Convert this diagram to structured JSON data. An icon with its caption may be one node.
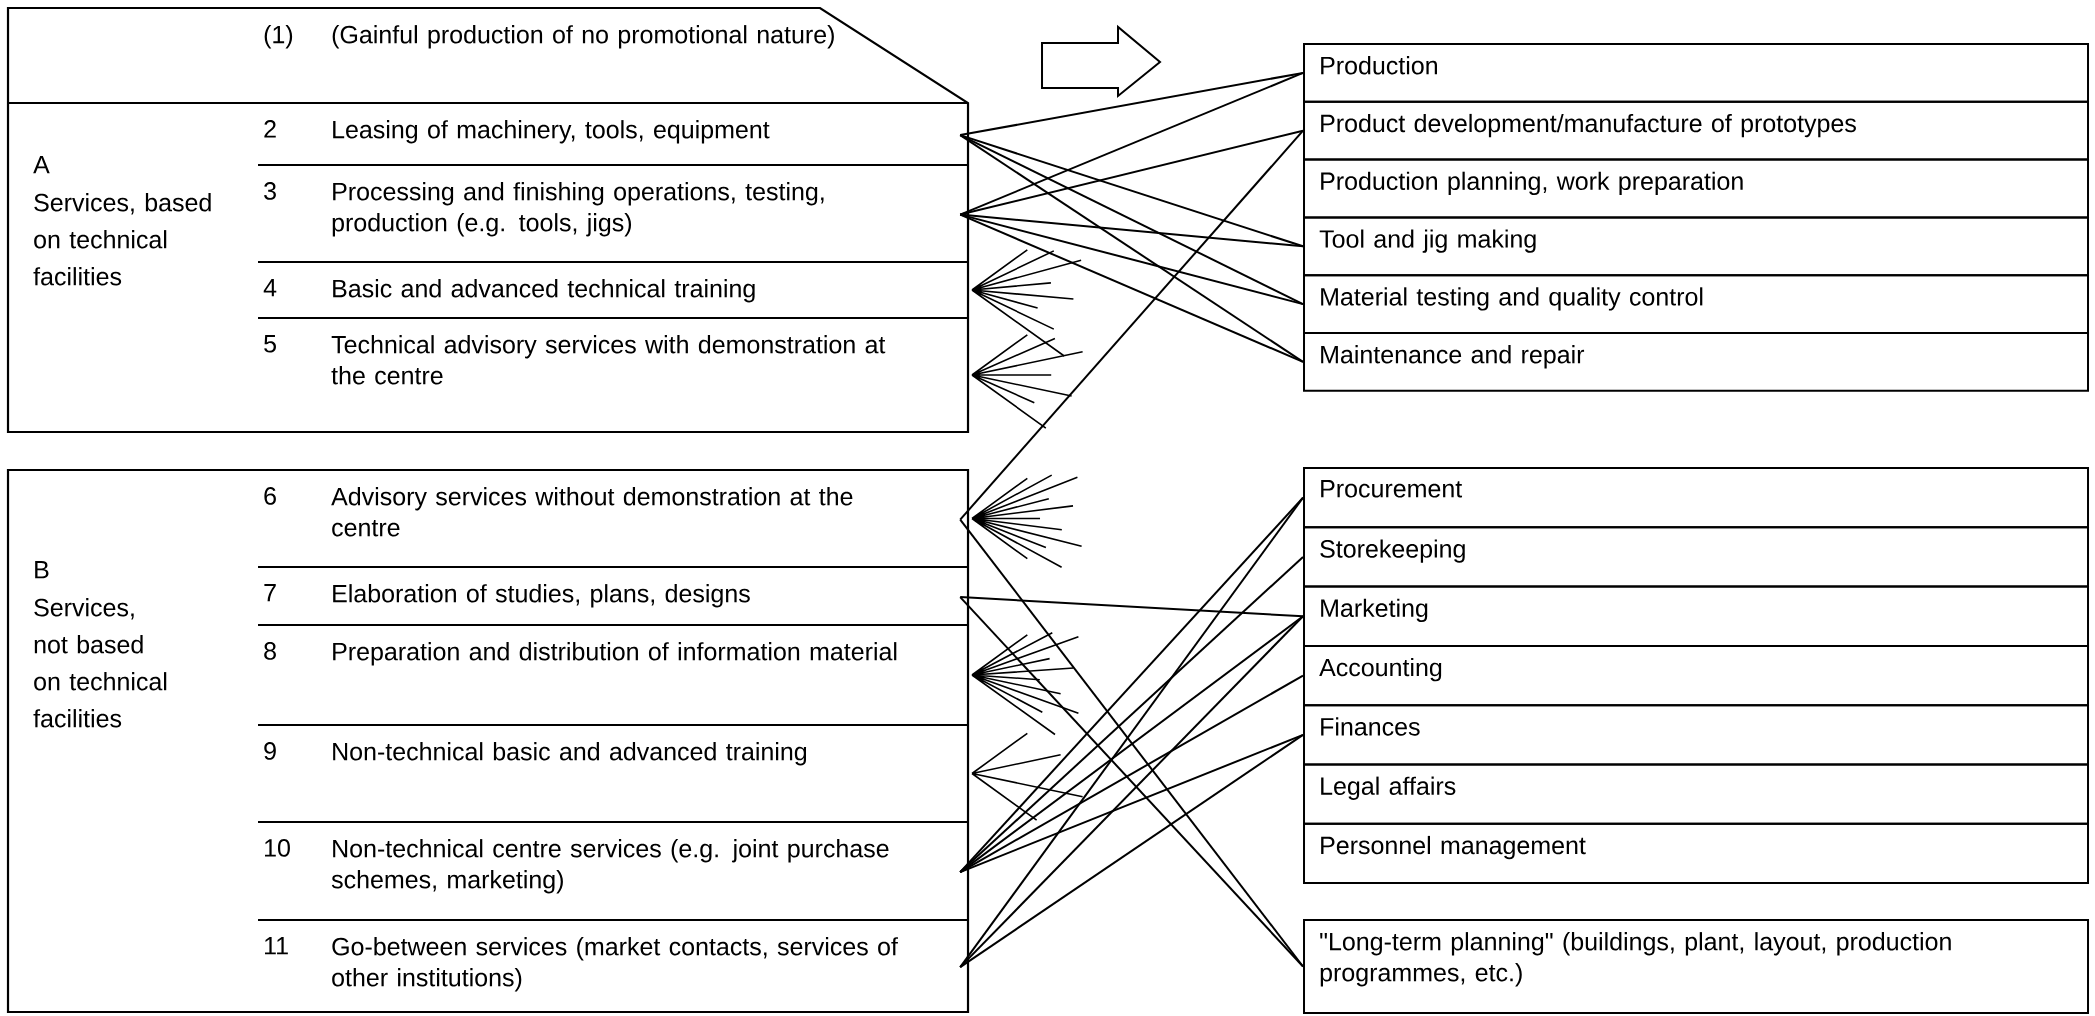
{
  "diagram": {
    "nodes": [
      {
        "text": [
          "A",
          "Services, based on technical facilities"
        ]
      },
      {
        "text": [
          "(1)",
          "(Gainful production of no promotional nature)"
        ],
        "in": 0
      },
      {
        "text": [
          "2",
          "Leasing of machinery, tools, equipment"
        ],
        "in": 0
      },
      {
        "text": [
          "3",
          "Processing and finishing operations, testing, production (e.g. tools, jigs)"
        ],
        "in": 0
      },
      {
        "text": [
          "4",
          "Basic and advanced technical training"
        ],
        "in": 0
      },
      {
        "text": [
          "5",
          "Technical advisory services with demonstration at the centre"
        ],
        "in": 0
      },
      {
        "text": [
          "B",
          "Services, not based on technical facilities"
        ]
      },
      {
        "text": [
          "6",
          "Advisory services without demonstration at the centre"
        ],
        "in": 6
      },
      {
        "text": [
          "7",
          "Elaboration of studies, plans, designs"
        ],
        "in": 6
      },
      {
        "text": [
          "8",
          "Preparation and distribution of information material"
        ],
        "in": 6
      },
      {
        "text": [
          "9",
          "Non-technical basic and advanced training"
        ],
        "in": 6
      },
      {
        "text": [
          "10",
          "Non-technical centre services (e.g. joint purchase schemes, marketing)"
        ],
        "in": 6
      },
      {
        "text": [
          "11",
          "Go-between services (market contacts, services of other institutions)"
        ],
        "in": 6
      },
      {
        "text": [
          "Production"
        ]
      },
      {
        "text": [
          "Product development/manufacture of prototypes"
        ]
      },
      {
        "text": [
          "Production planning, work preparation"
        ]
      },
      {
        "text": [
          "Tool and jig making"
        ]
      },
      {
        "text": [
          "Material testing and quality control"
        ]
      },
      {
        "text": [
          "Maintenance and repair"
        ]
      },
      {
        "text": [
          "Procurement"
        ]
      },
      {
        "text": [
          "Storekeeping"
        ]
      },
      {
        "text": [
          "Marketing"
        ]
      },
      {
        "text": [
          "Accounting"
        ]
      },
      {
        "text": [
          "Finances"
        ]
      },
      {
        "text": [
          "Legal affairs"
        ]
      },
      {
        "text": [
          "Personnel management"
        ]
      },
      {
        "text": [
          "\"Long-term planning\" (buildings, plant, layout, production programmes, etc.)"
        ]
      }
    ],
    "edges": [
      {
        "from": 2,
        "to": 13,
        "arrow": "none"
      },
      {
        "from": 2,
        "to": 16,
        "arrow": "none"
      },
      {
        "from": 2,
        "to": 17,
        "arrow": "none"
      },
      {
        "from": 2,
        "to": 18,
        "arrow": "none"
      },
      {
        "from": 3,
        "to": 13,
        "arrow": "none"
      },
      {
        "from": 3,
        "to": 14,
        "arrow": "none"
      },
      {
        "from": 3,
        "to": 16,
        "arrow": "none"
      },
      {
        "from": 3,
        "to": 17,
        "arrow": "none"
      },
      {
        "from": 3,
        "to": 18,
        "arrow": "none"
      },
      {
        "from": 7,
        "to": 14,
        "arrow": "none"
      },
      {
        "from": 7,
        "to": 26,
        "arrow": "none"
      },
      {
        "from": 8,
        "to": 21,
        "arrow": "none"
      },
      {
        "from": 8,
        "to": 26,
        "arrow": "none"
      },
      {
        "from": 11,
        "to": 19,
        "arrow": "none"
      },
      {
        "from": 11,
        "to": 20,
        "arrow": "none"
      },
      {
        "from": 11,
        "to": 21,
        "arrow": "none"
      },
      {
        "from": 11,
        "to": 22,
        "arrow": "none"
      },
      {
        "from": 11,
        "to": 23,
        "arrow": "none"
      },
      {
        "from": 12,
        "to": 19,
        "arrow": "none"
      },
      {
        "from": 12,
        "to": 21,
        "arrow": "none"
      },
      {
        "from": 12,
        "to": 23,
        "arrow": "none"
      }
    ]
  }
}
